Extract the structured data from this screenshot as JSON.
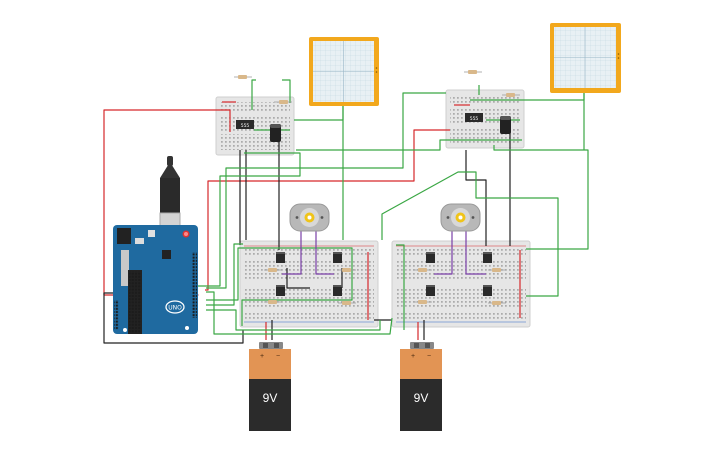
{
  "colors": {
    "wire_red": "#d6282b",
    "wire_green": "#3aa744",
    "wire_black": "#222222",
    "wire_purple": "#7a3fa8",
    "arduino_blue": "#1f6aa0",
    "scope_frame": "#f2a81d",
    "battery_orange": "#e29454",
    "battery_body": "#2b2b2b",
    "breadboard": "#e6e6e6"
  },
  "battery_left": {
    "label": "9V",
    "plus": "+",
    "minus": "−"
  },
  "battery_right": {
    "label": "9V",
    "plus": "+",
    "minus": "−"
  },
  "chip_left": {
    "label": "555"
  },
  "chip_right": {
    "label": "555"
  },
  "arduino": {
    "logo": "UNO"
  },
  "icons": {
    "motor": "dc-motor-icon",
    "oscilloscope": "oscilloscope-icon",
    "transistor": "transistor-icon",
    "resistor": "resistor-icon",
    "capacitor": "capacitor-icon",
    "usb": "usb-plug-icon"
  }
}
